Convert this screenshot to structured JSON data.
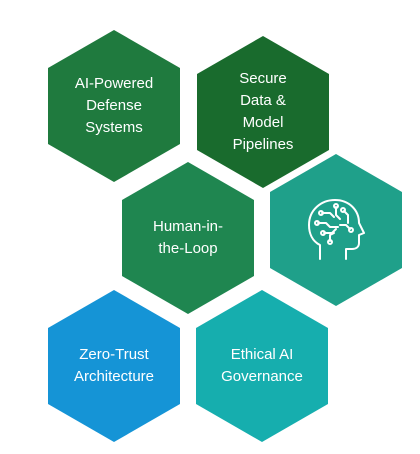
{
  "hexagons": [
    {
      "label": "AI-Powered\nDefense\nSystems",
      "color": "#1f7a3e"
    },
    {
      "label": "Secure\nData &\nModel\nPipelines",
      "color": "#196b2d"
    },
    {
      "label": "Human-in-\nthe-Loop",
      "color": "#1f8650"
    },
    {
      "icon": "ai-head-circuit-icon",
      "color": "#1fa08a"
    },
    {
      "label": "Zero-Trust\nArchitecture",
      "color": "#1594d6"
    },
    {
      "label": "Ethical AI\nGovernance",
      "color": "#16aeae"
    }
  ]
}
